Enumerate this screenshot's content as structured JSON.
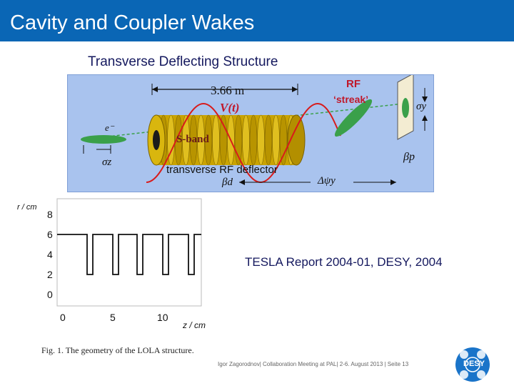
{
  "header": {
    "title": "Cavity and Coupler Wakes"
  },
  "section": {
    "subtitle": "Transverse Deflecting Structure"
  },
  "tds_figure": {
    "length_label": "3.66 m",
    "rf_label": "RF",
    "streak_label": "‘streak’",
    "voltage_label": "V(t)",
    "electron_label": "e⁻",
    "sigma_z_label": "σz",
    "sband_label": "S-band",
    "deflector_label": "transverse RF deflector",
    "beta_d_label": "βd",
    "delta_psi_label": "Δψy",
    "beta_p_label": "βp",
    "sigma_y_label": "σy"
  },
  "lola_plot": {
    "ylabel": "r / cm",
    "xlabel": "z / cm",
    "yticks": [
      "8",
      "6",
      "4",
      "2",
      "0"
    ],
    "xticks": [
      "0",
      "5",
      "10"
    ],
    "caption": "Fig. 1. The geometry of the LOLA structure."
  },
  "reference": "TESLA Report 2004-01, DESY, 2004",
  "footer": "Igor Zagorodnov| Collaboration Meeting at PAL| 2-6. August 2013 | Seite 13",
  "logo": {
    "text": "DESY",
    "color": "#1a74c9"
  },
  "colors": {
    "title_bar": "#0a66b5",
    "subtitle": "#14185e"
  }
}
